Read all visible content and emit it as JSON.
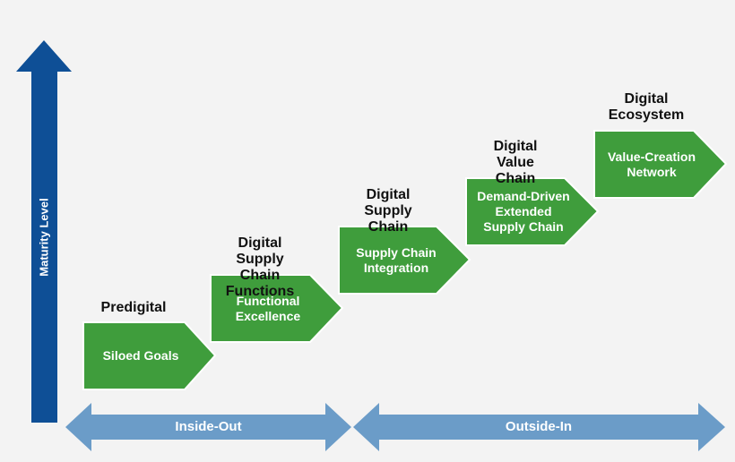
{
  "axis": {
    "label": "Maturity Level"
  },
  "stages": [
    {
      "heading": "Predigital",
      "box": "Siloed Goals"
    },
    {
      "heading": "Digital Supply Chain\nFunctions",
      "box": "Functional\nExcellence"
    },
    {
      "heading": "Digital Supply\nChain",
      "box": "Supply Chain\nIntegration"
    },
    {
      "heading": "Digital Value\nChain",
      "box": "Demand-Driven\nExtended\nSupply Chain"
    },
    {
      "heading": "Digital\nEcosystem",
      "box": "Value-Creation\nNetwork"
    }
  ],
  "bands": [
    {
      "label": "Inside-Out"
    },
    {
      "label": "Outside-In"
    }
  ],
  "colors": {
    "stage_fill": "#3f9d3c",
    "axis_fill": "#0e4f96",
    "band_fill": "#6b9cc8",
    "background": "#f3f3f3"
  }
}
